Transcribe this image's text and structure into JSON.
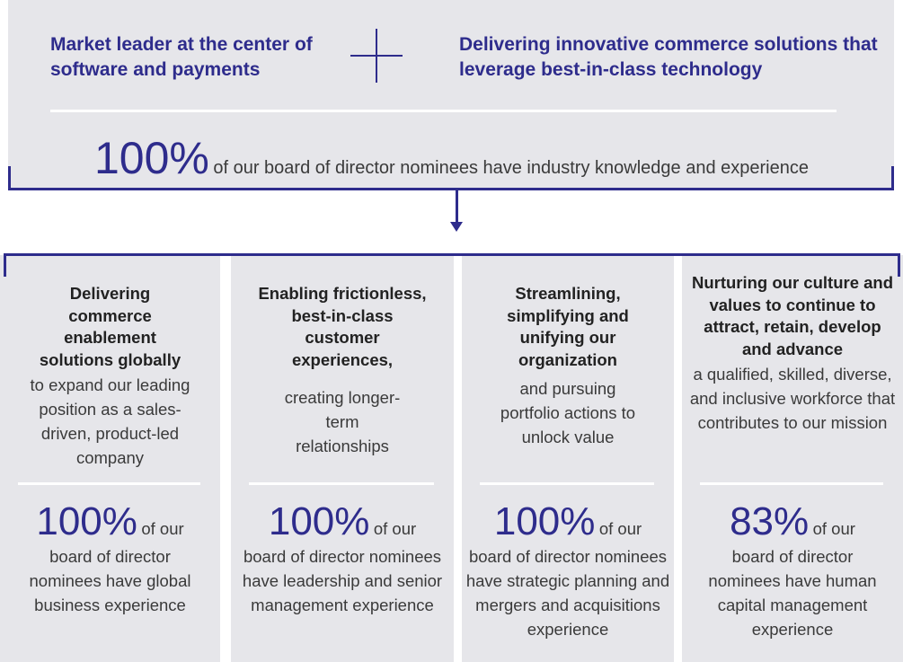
{
  "top": {
    "left_heading": "Market leader at the center of software and payments",
    "right_heading": "Delivering innovative commerce solutions that leverage best-in-class technology",
    "stat_value": "100%",
    "stat_text": "of our board of director nominees have industry knowledge and experience"
  },
  "columns": [
    {
      "heading": "Delivering commerce enablement solutions globally",
      "body": "to expand our leading position as a sales-driven, product-led company",
      "stat_value": "100%",
      "stat_of": "of our",
      "stat_text": "board of director nominees have global business experience"
    },
    {
      "heading": "Enabling frictionless, best-in-class customer experiences,",
      "body": "creating longer-term relationships",
      "stat_value": "100%",
      "stat_of": "of our",
      "stat_text": "board of director nominees have leadership and senior management experience"
    },
    {
      "heading": "Streamlining, simplifying and unifying our organization",
      "body": "and pursuing portfolio actions to unlock value",
      "stat_value": "100%",
      "stat_of": "of our",
      "stat_text": "board of director nominees have strategic planning and mergers and acquisitions experience"
    },
    {
      "heading": "Nurturing our culture and values to continue to attract, retain, develop and advance",
      "body": "a qualified, skilled, diverse, and inclusive workforce that contributes to our mission",
      "stat_value": "83%",
      "stat_of": "of our",
      "stat_text": "board of director nominees have human capital management experience"
    }
  ],
  "colors": {
    "accent": "#2e2c8c",
    "panel": "#e6e6ea",
    "text": "#3a3a3a"
  }
}
